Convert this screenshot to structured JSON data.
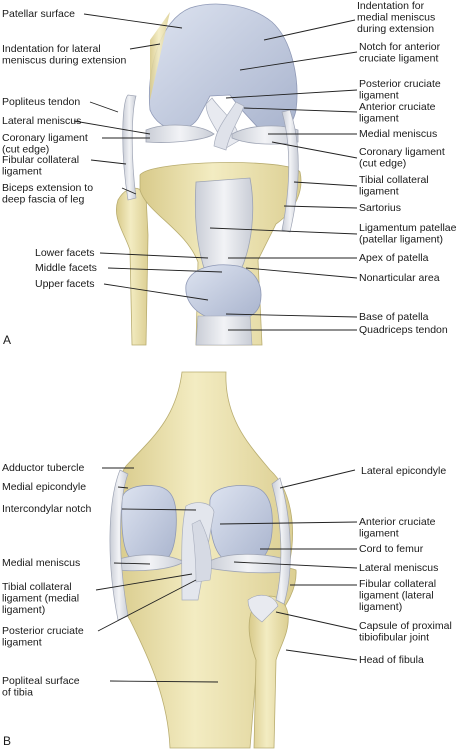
{
  "panels": [
    {
      "letter": "A",
      "view": "anterior, femur flexed"
    },
    {
      "letter": "B",
      "view": "posterior"
    }
  ],
  "panel_a": {
    "left_labels": [
      [
        "Patellar surface"
      ],
      [
        "Indentation for lateral",
        "meniscus during extension"
      ],
      [
        "Popliteus tendon"
      ],
      [
        "Lateral meniscus"
      ],
      [
        "Coronary ligament",
        "(cut edge)"
      ],
      [
        "Fibular collateral",
        "ligament"
      ],
      [
        "Biceps extension to",
        "deep fascia of leg"
      ],
      [
        "Lower facets"
      ],
      [
        "Middle facets"
      ],
      [
        "Upper facets"
      ]
    ],
    "right_labels": [
      [
        "Indentation for",
        "medial meniscus",
        "during extension"
      ],
      [
        "Notch for anterior",
        "cruciate ligament"
      ],
      [
        "Posterior cruciate",
        "ligament"
      ],
      [
        "Anterior cruciate",
        "ligament"
      ],
      [
        "Medial meniscus"
      ],
      [
        "Coronary ligament",
        "(cut edge)"
      ],
      [
        "Tibial collateral",
        "ligament"
      ],
      [
        "Sartorius"
      ],
      [
        "Ligamentum patellae",
        "(patellar ligament)"
      ],
      [
        "Apex of patella"
      ],
      [
        "Nonarticular area"
      ],
      [
        "Base of patella"
      ],
      [
        "Quadriceps tendon"
      ]
    ]
  },
  "panel_b": {
    "left_labels": [
      [
        "Adductor tubercle"
      ],
      [
        "Medial epicondyle"
      ],
      [
        "Intercondylar notch"
      ],
      [
        "Medial meniscus"
      ],
      [
        "Tibial collateral",
        "ligament (medial",
        "ligament)"
      ],
      [
        "Posterior cruciate",
        "ligament"
      ],
      [
        "Popliteal surface",
        "of tibia"
      ]
    ],
    "right_labels": [
      [
        "Lateral epicondyle"
      ],
      [
        "Anterior cruciate",
        "ligament"
      ],
      [
        "Cord to femur"
      ],
      [
        "Lateral meniscus"
      ],
      [
        "Fibular collateral",
        "ligament (lateral",
        "ligament)"
      ],
      [
        "Capsule of proximal",
        "tibiofibular joint"
      ],
      [
        "Head of fibula"
      ]
    ]
  },
  "colors": {
    "bone": "#efe6b4",
    "bone_shade": "#d9cc8e",
    "cartilage": "#c9d2e6",
    "cartilage_shade": "#a9b4cf",
    "ligament": "#e6e8ee",
    "ligament_edge": "#b9bdc8",
    "line": "#222222"
  }
}
